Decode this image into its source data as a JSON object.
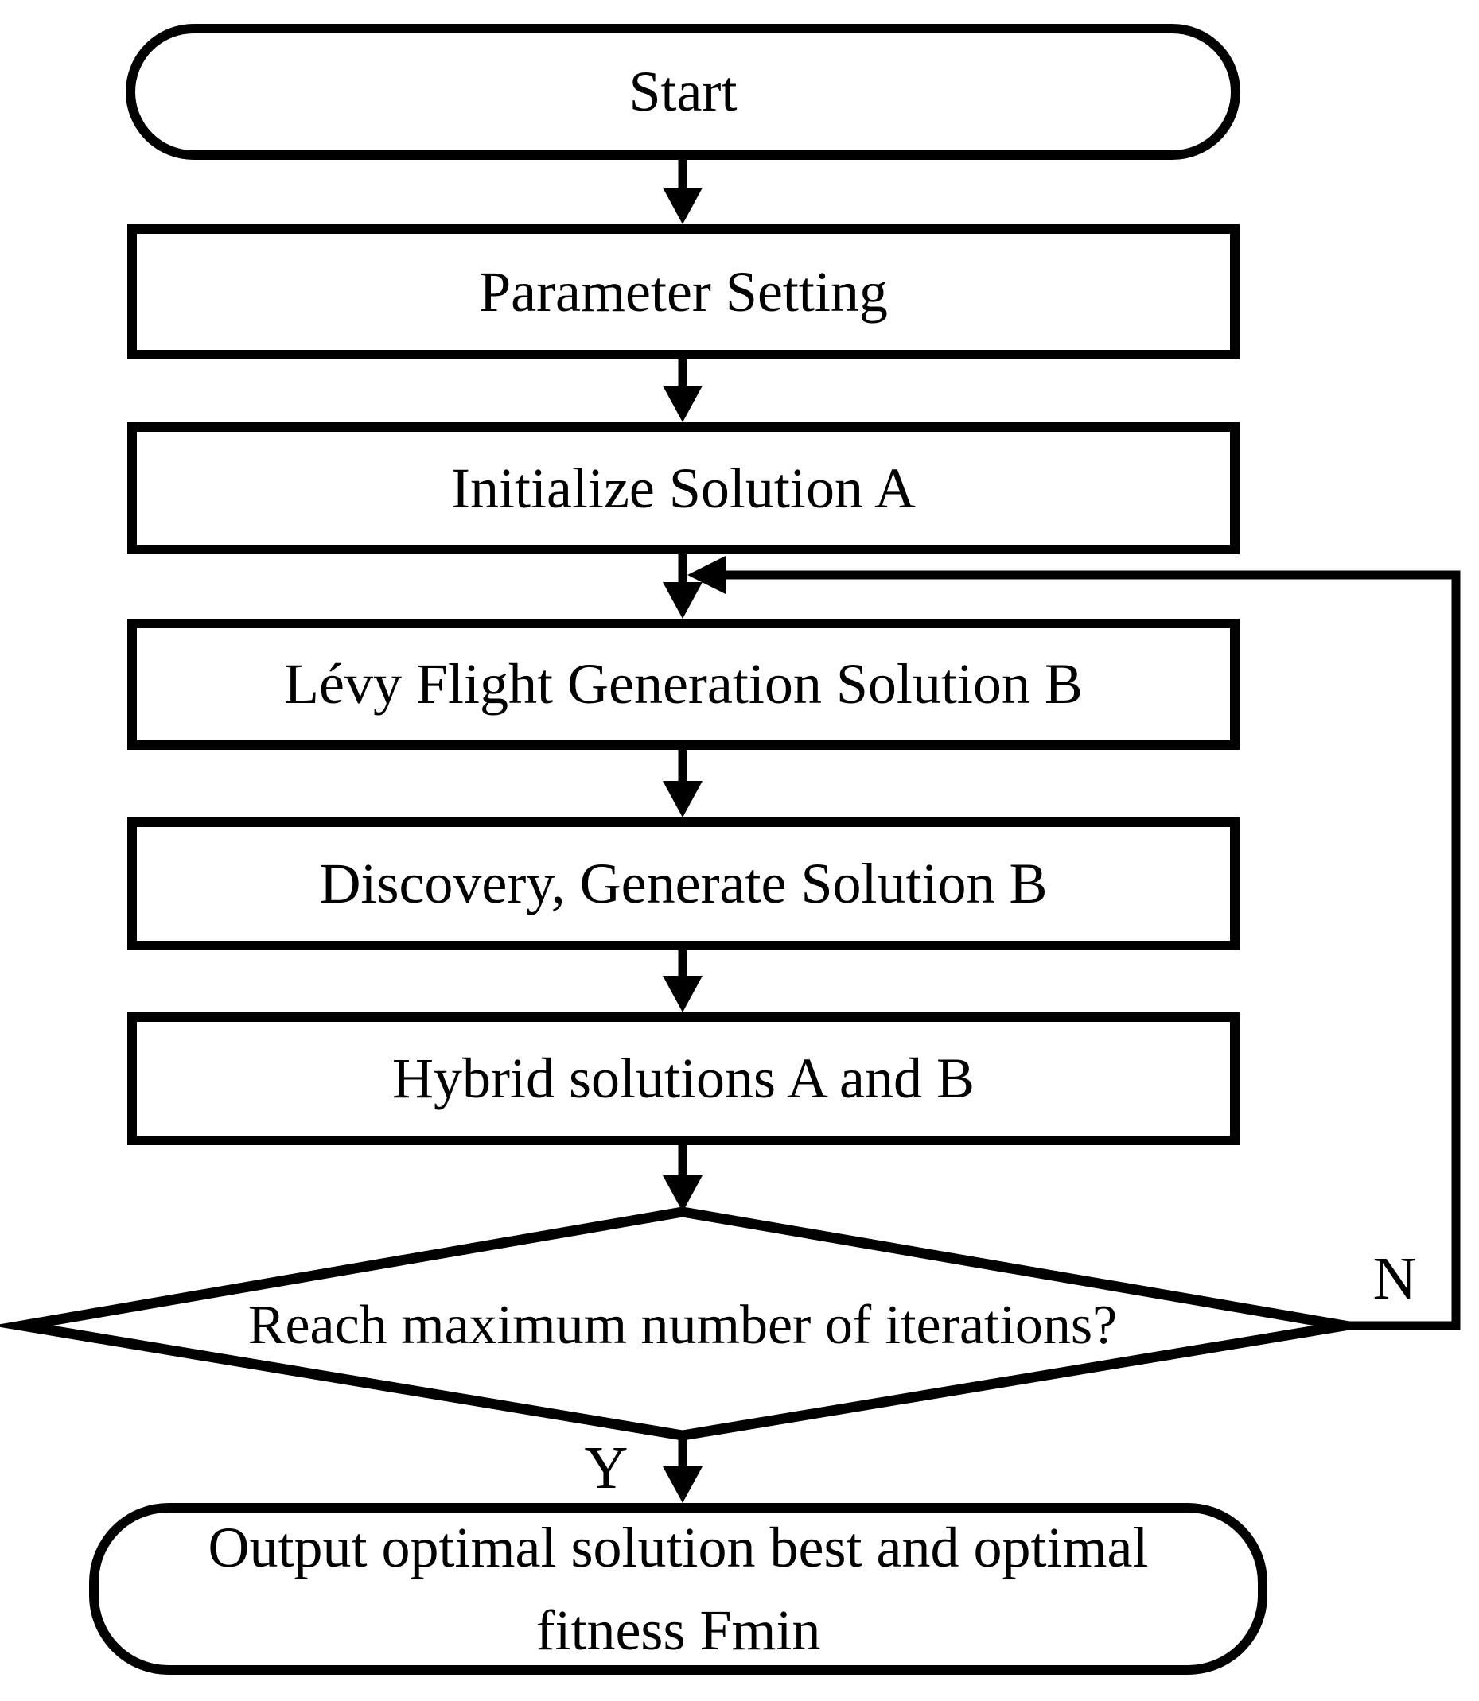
{
  "diagram": {
    "type": "flowchart",
    "nodes": {
      "start": {
        "label": "Start",
        "shape": "stadium"
      },
      "parameter_setting": {
        "label": "Parameter Setting",
        "shape": "process"
      },
      "initialize_solution_a": {
        "label": "Initialize Solution A",
        "shape": "process"
      },
      "levy_flight_generation": {
        "label": "Lévy Flight Generation Solution B",
        "shape": "process"
      },
      "discovery_generate": {
        "label": "Discovery, Generate Solution B",
        "shape": "process"
      },
      "hybrid_solutions": {
        "label": "Hybrid solutions A and B",
        "shape": "process"
      },
      "max_iterations_decision": {
        "label": "Reach maximum number of iterations?",
        "shape": "decision"
      },
      "output_result": {
        "label": "Output optimal solution best and optimal fitness Fmin",
        "shape": "stadium"
      }
    },
    "branch_labels": {
      "yes": "Y",
      "no": "N"
    },
    "edges": [
      {
        "from": "start",
        "to": "parameter_setting"
      },
      {
        "from": "parameter_setting",
        "to": "initialize_solution_a"
      },
      {
        "from": "initialize_solution_a",
        "to": "levy_flight_generation"
      },
      {
        "from": "levy_flight_generation",
        "to": "discovery_generate"
      },
      {
        "from": "discovery_generate",
        "to": "hybrid_solutions"
      },
      {
        "from": "hybrid_solutions",
        "to": "max_iterations_decision"
      },
      {
        "from": "max_iterations_decision",
        "to": "output_result",
        "label": "Y"
      },
      {
        "from": "max_iterations_decision",
        "to": "levy_flight_generation",
        "label": "N",
        "kind": "loop-back"
      }
    ],
    "colors": {
      "stroke": "#000000",
      "fill": "#ffffff"
    }
  }
}
